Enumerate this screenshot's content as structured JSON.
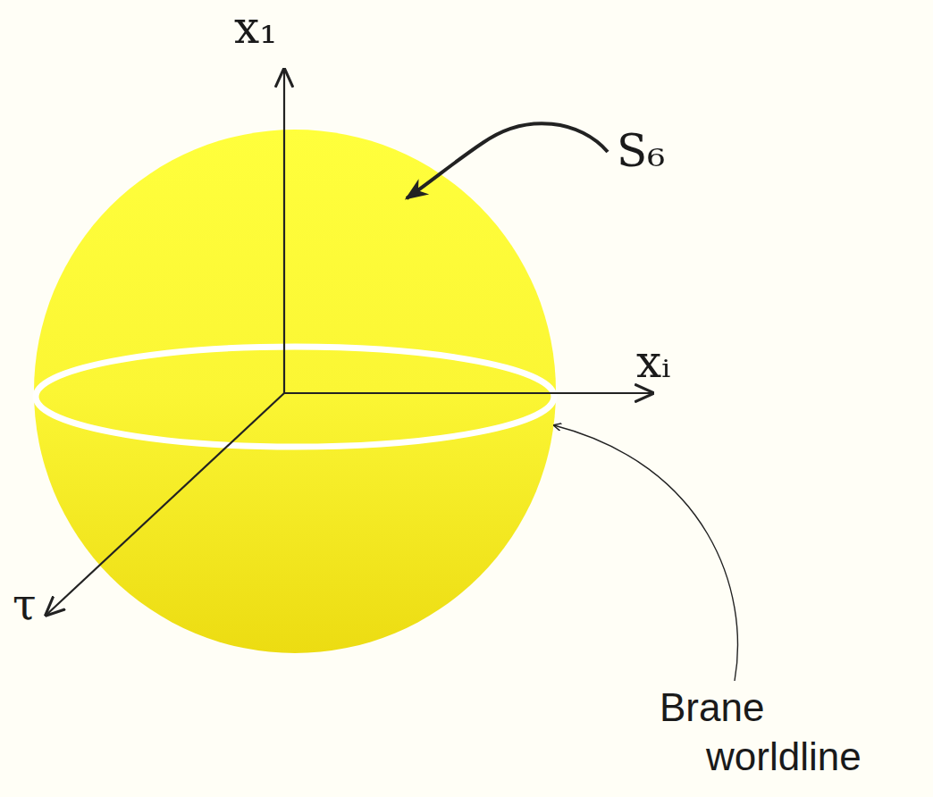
{
  "diagram": {
    "labels": [
      "x₁",
      "S₆",
      "xᵢ",
      "τ",
      "Brane worldline"
    ]
  }
}
